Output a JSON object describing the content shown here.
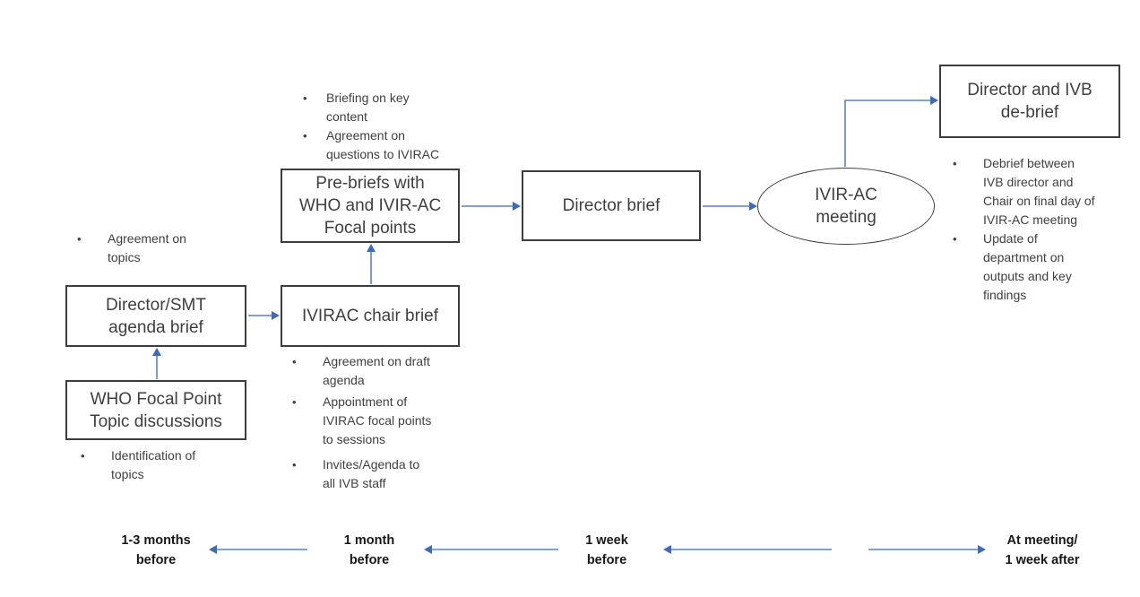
{
  "diagram": {
    "nodes": {
      "who_focal": {
        "title": [
          "WHO Focal Point",
          "Topic discussions"
        ],
        "bullets": [
          [
            "Identification of",
            "topics"
          ]
        ]
      },
      "director_smt": {
        "title": [
          "Director/SMT",
          "agenda brief"
        ],
        "bullets": [
          [
            "Agreement on",
            "topics"
          ]
        ]
      },
      "ivirac_chair": {
        "title": "IVIRAC chair brief",
        "bullets": [
          [
            "Agreement on draft",
            "agenda"
          ],
          [
            "Appointment of",
            "IVIRAC focal points",
            "to sessions"
          ],
          [
            "Invites/Agenda to",
            "all IVB staff"
          ]
        ]
      },
      "pre_briefs": {
        "title": [
          "Pre-briefs with",
          "WHO and IVIR-AC",
          "Focal points"
        ],
        "bullets": [
          [
            "Briefing on key",
            "content"
          ],
          [
            "Agreement on",
            "questions to IVIRAC"
          ]
        ]
      },
      "director_brief": {
        "title": "Director brief"
      },
      "ivirac_meeting": {
        "title": [
          "IVIR-AC",
          "meeting"
        ]
      },
      "debrief": {
        "title": [
          "Director and IVB",
          "de-brief"
        ],
        "bullets": [
          [
            "Debrief between",
            "IVB director and",
            "Chair on final day of",
            "IVIR-AC meeting"
          ],
          [
            "Update of",
            "department on",
            "outputs and key",
            "findings"
          ]
        ]
      }
    },
    "timeline": [
      {
        "label": [
          "1-3 months",
          "before"
        ]
      },
      {
        "label": [
          "1 month",
          "before"
        ]
      },
      {
        "label": [
          "1 week",
          "before"
        ]
      },
      {
        "label": [
          "At meeting/",
          "1 week after"
        ]
      }
    ],
    "colors": {
      "arrow": "#5b84bd",
      "arrow_head": "#3f6ab5",
      "box_border": "#3d3d3d",
      "text": "#3f3f3f",
      "timeline_text": "#171717"
    }
  }
}
